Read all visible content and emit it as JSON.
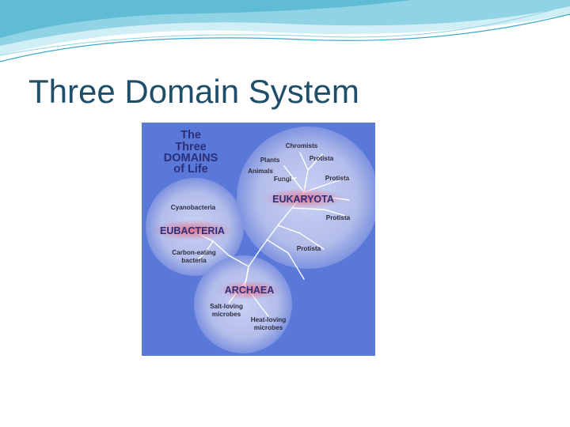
{
  "slide": {
    "title": "Three Domain System",
    "title_color": "#1f4e6b"
  },
  "colors": {
    "wave_light": "#cfeef5",
    "wave_mid": "#8fd3e4",
    "wave_dark": "#3aa8c8",
    "diagram_background": "#5a78d8",
    "circle_fill": "#b9c3ee",
    "domain_label": "#2b2f7a",
    "domain_glow": "#e26a86",
    "branch": "#ffffff"
  },
  "diagram": {
    "title_lines": [
      "The",
      "Three",
      "DOMAINS",
      "of Life"
    ],
    "title_color": "#2b2f7a",
    "domains": {
      "eukaryota": "EUKARYOTA",
      "eubacteria": "EUBACTERIA",
      "archaea": "ARCHAEA"
    },
    "groups": {
      "chromists": "Chromists",
      "plants": "Plants",
      "protista_1": "Protista",
      "animals": "Animals",
      "fungi": "Fungi",
      "protista_2": "Protista",
      "protista_3": "Protista",
      "protista_4": "Protista",
      "cyanobacteria": "Cyanobacteria",
      "carbon_eating_1": "Carbon-eating",
      "carbon_eating_2": "bacteria",
      "salt_loving_1": "Salt-loving",
      "salt_loving_2": "microbes",
      "heat_loving_1": "Heat-loving",
      "heat_loving_2": "microbes"
    }
  }
}
